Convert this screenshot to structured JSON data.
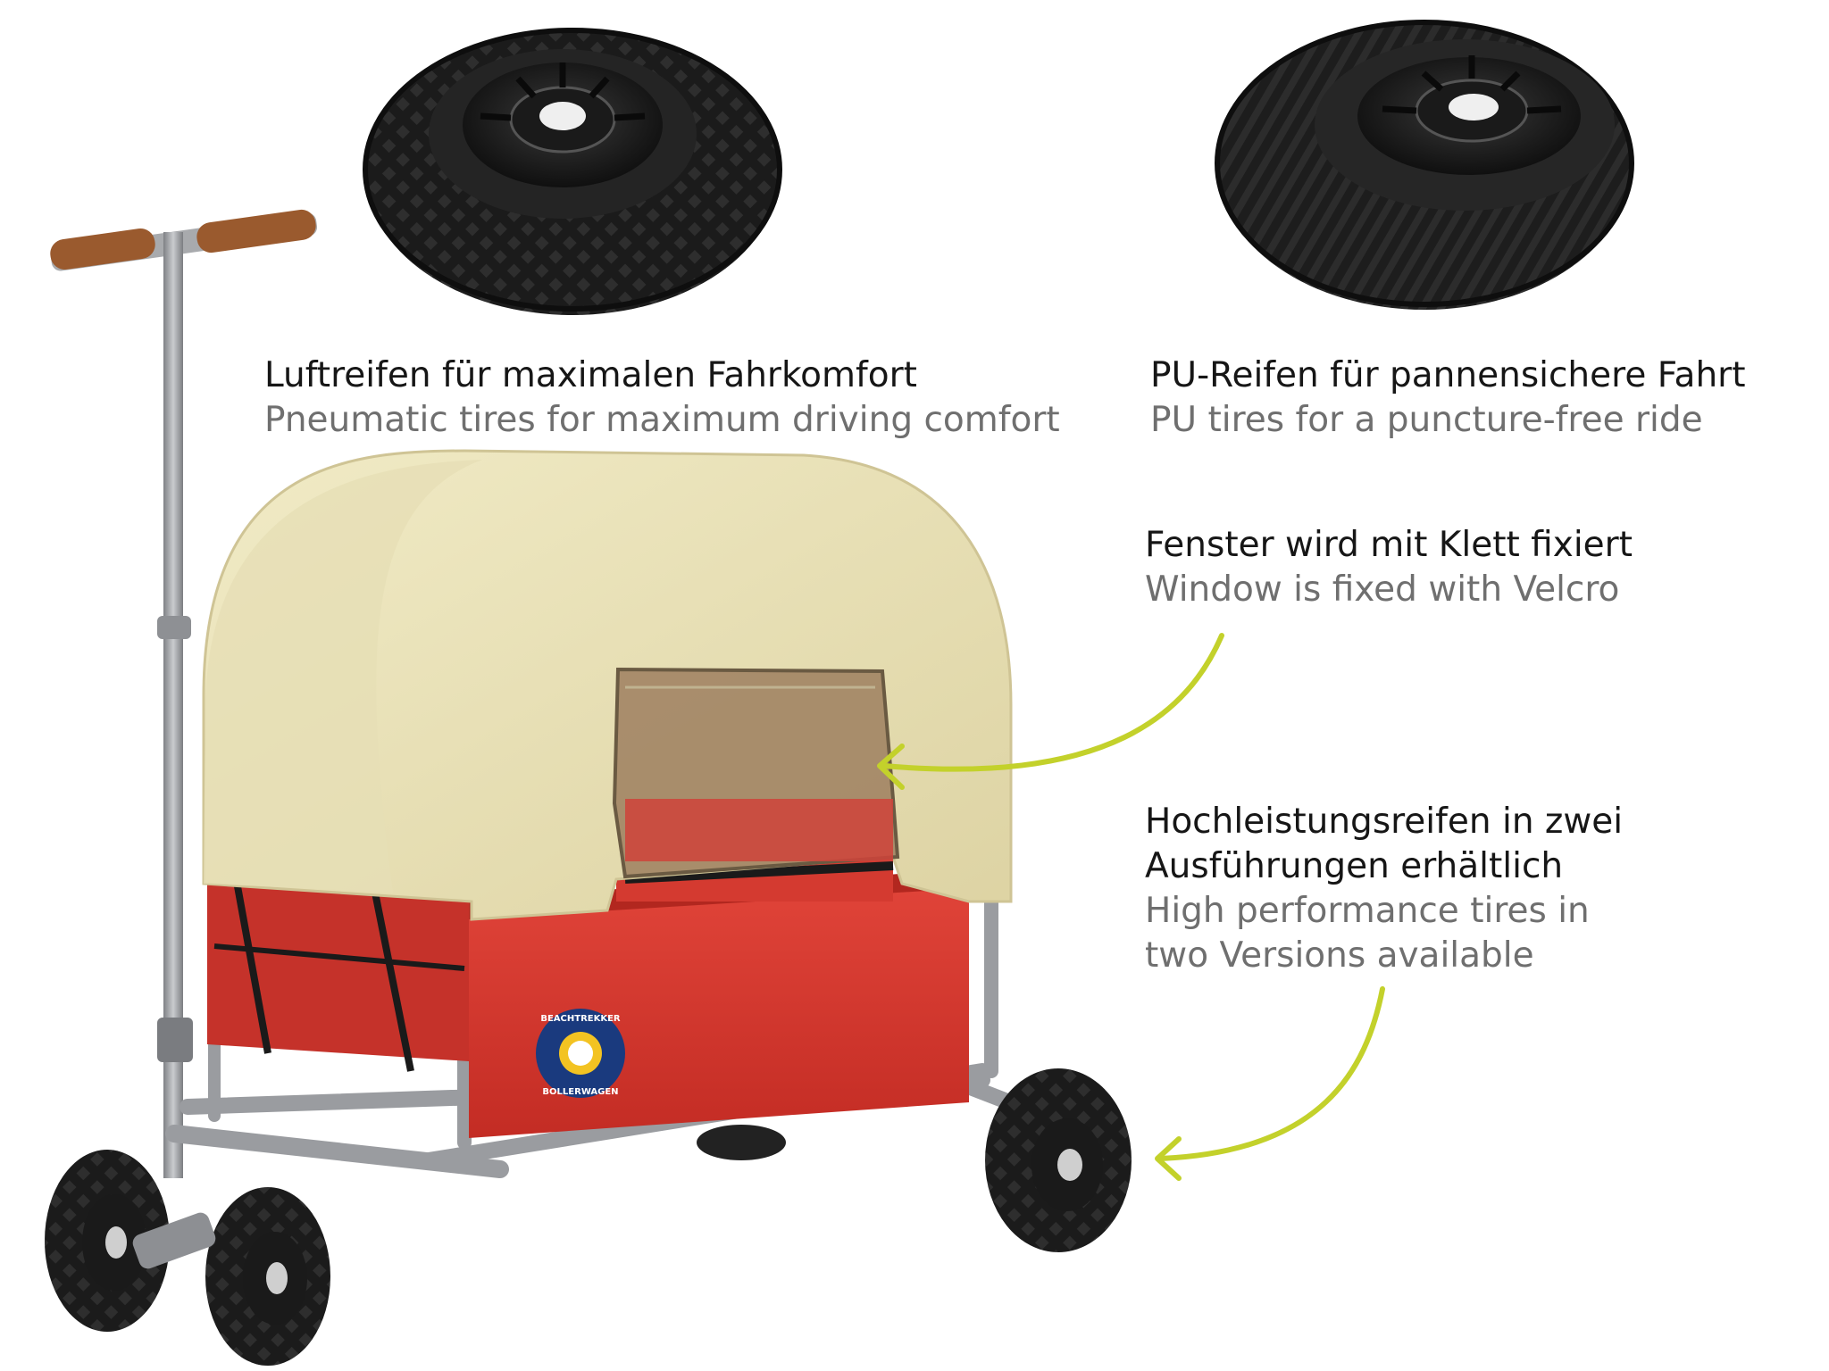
{
  "captions": {
    "pneumatic": {
      "de": "Luftreifen für maximalen Fahrkomfort",
      "en": "Pneumatic tires for maximum driving comfort"
    },
    "pu": {
      "de": "PU-Reifen für pannensichere Fahrt",
      "en": "PU tires for a puncture-free ride"
    },
    "window": {
      "de": "Fenster wird mit Klett fixiert",
      "en": "Window is fixed with Velcro"
    },
    "performance": {
      "de_line1": "Hochleistungsreifen in zwei",
      "de_line2": "Ausführungen erhältlich",
      "en_line1": "High performance tires in",
      "en_line2": "two Versions available"
    }
  },
  "logo": {
    "top": "BEACHTREKKER",
    "bottom": "BOLLERWAGEN"
  },
  "colors": {
    "arrow": "#c3d12b",
    "canopy": "#eae3b8",
    "body": "#d93a30",
    "frame": "#9a9ca0",
    "tire": "#1d1d1d",
    "handle_grip": "#9a5a2e"
  }
}
